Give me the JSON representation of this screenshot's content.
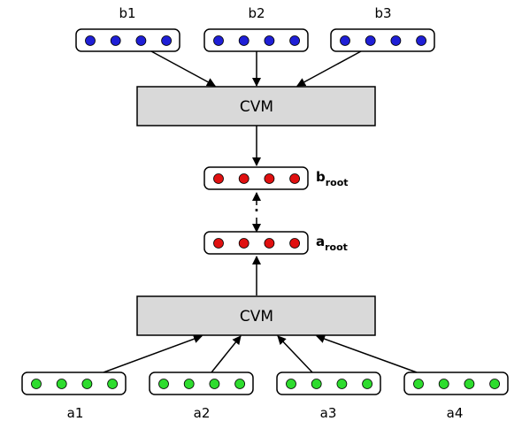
{
  "top_vectors": [
    {
      "label": "b1",
      "color": "#1f1fd6",
      "dots": 4
    },
    {
      "label": "b2",
      "color": "#1f1fd6",
      "dots": 4
    },
    {
      "label": "b3",
      "color": "#1f1fd6",
      "dots": 4
    }
  ],
  "bottom_vectors": [
    {
      "label": "a1",
      "color": "#2edc2e",
      "dots": 4
    },
    {
      "label": "a2",
      "color": "#2edc2e",
      "dots": 4
    },
    {
      "label": "a3",
      "color": "#2edc2e",
      "dots": 4
    },
    {
      "label": "a4",
      "color": "#2edc2e",
      "dots": 4
    }
  ],
  "cvm_top": {
    "label": "CVM",
    "fill": "#d9d9d9"
  },
  "cvm_bottom": {
    "label": "CVM",
    "fill": "#d9d9d9"
  },
  "b_root": {
    "main": "b",
    "sub": "root",
    "color": "#e01010",
    "dots": 4
  },
  "a_root": {
    "main": "a",
    "sub": "root",
    "color": "#e01010",
    "dots": 4
  },
  "similarity_symbol": "·"
}
